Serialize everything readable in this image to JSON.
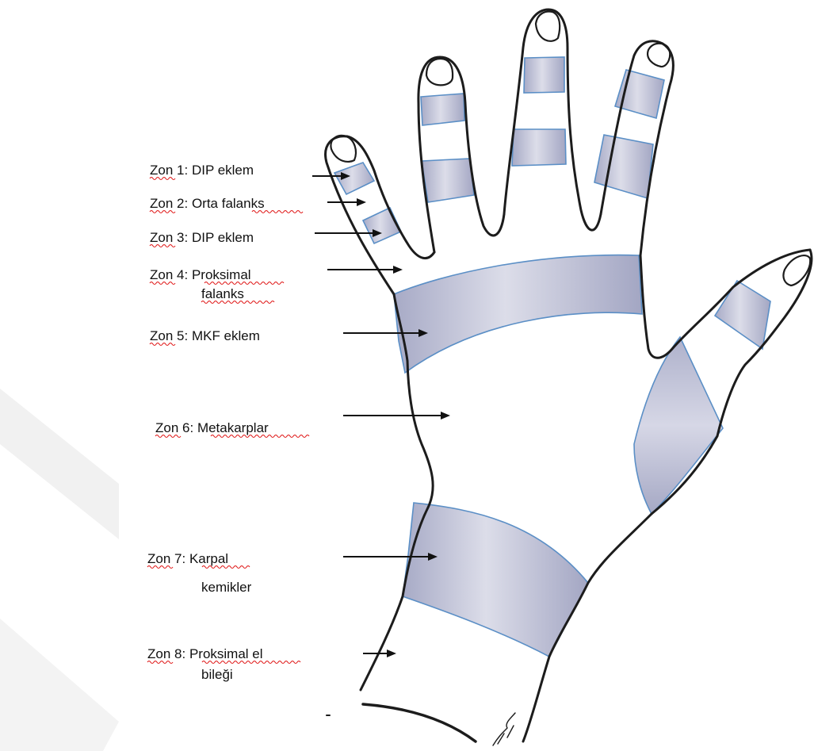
{
  "zones": [
    {
      "id": "zone-1",
      "prefix": "Zon 1:",
      "text": "DIP eklem",
      "text2": ""
    },
    {
      "id": "zone-2",
      "prefix": "Zon 2:",
      "text": "Orta falanks",
      "text2": ""
    },
    {
      "id": "zone-3",
      "prefix": "Zon 3:",
      "text": "DIP eklem",
      "text2": ""
    },
    {
      "id": "zone-4",
      "prefix": "Zon 4:",
      "text": "Proksimal",
      "text2": "falanks"
    },
    {
      "id": "zone-5",
      "prefix": "Zon 5:",
      "text": "MKF eklem",
      "text2": ""
    },
    {
      "id": "zone-6",
      "prefix": "Zon 6:",
      "text": "Metakarplar",
      "text2": ""
    },
    {
      "id": "zone-7",
      "prefix": "Zon 7:",
      "text": "Karpal",
      "text2": "kemikler"
    },
    {
      "id": "zone-8",
      "prefix": "Zon 8:",
      "text": "Proksimal el",
      "text2": "bileği"
    }
  ],
  "colors": {
    "band_fill": "#b9bcd3",
    "band_edge": "#5b8fc6",
    "outline": "#1c1c1c",
    "spellcheck_underline": "#e01818",
    "watermark": "#f0f0f0"
  }
}
